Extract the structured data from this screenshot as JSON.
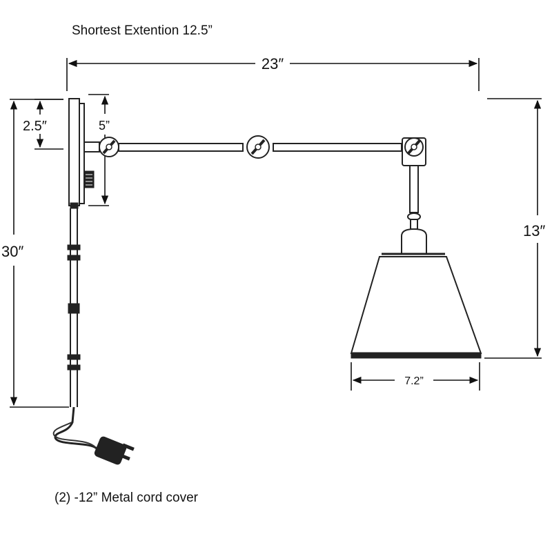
{
  "title": "Shortest Extention 12.5”",
  "footnote": "(2) -12” Metal cord cover",
  "dimensions": {
    "overall_width": "23″",
    "overall_height": "30″",
    "arm_drop": "13″",
    "backplate_height": "5”",
    "mount_offset": "2.5″",
    "shade_diameter": "7.2”"
  }
}
